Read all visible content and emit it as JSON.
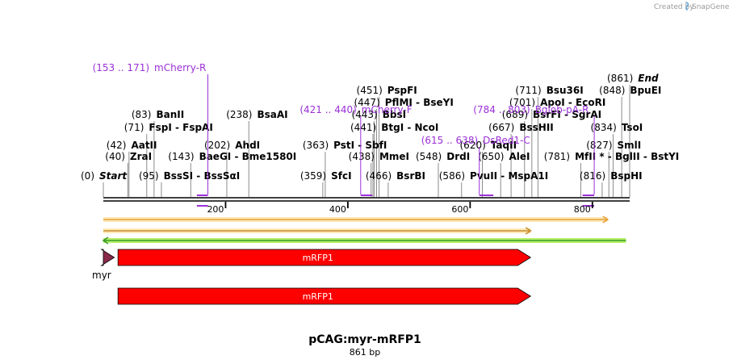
{
  "brand": {
    "created_by": "Created by",
    "name": "SnapGene"
  },
  "map": {
    "title": "pCAG:myr-mRFP1",
    "length_label": "861 bp",
    "length": 861
  },
  "ruler": {
    "ticks": [
      "200",
      "400",
      "600",
      "800"
    ]
  },
  "sites": [
    {
      "pos": "(0)",
      "name": "Start",
      "bp": 0,
      "italic": true
    },
    {
      "pos": "(40)",
      "name": "ZraI",
      "bp": 40
    },
    {
      "pos": "(42)",
      "name": "AatII",
      "bp": 42
    },
    {
      "pos": "(71)",
      "name": "FspI  -  FspAI",
      "bp": 71
    },
    {
      "pos": "(83)",
      "name": "BanII",
      "bp": 83
    },
    {
      "pos": "(95)",
      "name": "BssSI  -  BssSαI",
      "bp": 95
    },
    {
      "pos": "(143)",
      "name": "BaeGI  -  Bme1580I",
      "bp": 143
    },
    {
      "pos": "(202)",
      "name": "AhdI",
      "bp": 202
    },
    {
      "pos": "(238)",
      "name": "BsaAI",
      "bp": 238
    },
    {
      "pos": "(359)",
      "name": "SfcI",
      "bp": 359
    },
    {
      "pos": "(363)",
      "name": "PstI  -  SbfI",
      "bp": 363
    },
    {
      "pos": "(438)",
      "name": "MmeI",
      "bp": 438
    },
    {
      "pos": "(441)",
      "name": "BtgI  -  NcoI",
      "bp": 441
    },
    {
      "pos": "(443)",
      "name": "BbsI",
      "bp": 443
    },
    {
      "pos": "(447)",
      "name": "PflMI  -  BseYI",
      "bp": 447
    },
    {
      "pos": "(451)",
      "name": "PspFI",
      "bp": 451
    },
    {
      "pos": "(466)",
      "name": "BsrBI",
      "bp": 466
    },
    {
      "pos": "(548)",
      "name": "DrdI",
      "bp": 548
    },
    {
      "pos": "(586)",
      "name": "PvuII  -  MspA1I",
      "bp": 586
    },
    {
      "pos": "(620)",
      "name": "TaqII",
      "bp": 620
    },
    {
      "pos": "(650)",
      "name": "AleI",
      "bp": 650
    },
    {
      "pos": "(667)",
      "name": "BssHII",
      "bp": 667
    },
    {
      "pos": "(689)",
      "name": "BsrFI  -  SgrAI",
      "bp": 689
    },
    {
      "pos": "(701)",
      "name": "ApoI  -  EcoRI",
      "bp": 701
    },
    {
      "pos": "(711)",
      "name": "Bsu36I",
      "bp": 711
    },
    {
      "pos": "(781)",
      "name": "MfII *  -  BglII  -  BstYI",
      "bp": 781
    },
    {
      "pos": "(816)",
      "name": "BspHI",
      "bp": 816
    },
    {
      "pos": "(827)",
      "name": "SmlI",
      "bp": 827
    },
    {
      "pos": "(834)",
      "name": "TsoI",
      "bp": 834
    },
    {
      "pos": "(848)",
      "name": "BpuEI",
      "bp": 848
    },
    {
      "pos": "(861)",
      "name": "End",
      "bp": 861,
      "italic": true
    }
  ],
  "primers": [
    {
      "range": "(153 .. 171)",
      "name": "mCherry-R",
      "start": 153,
      "end": 171,
      "strand": "reverse"
    },
    {
      "range": "(421 .. 440)",
      "name": "mCherry-F",
      "start": 421,
      "end": 440,
      "strand": "forward"
    },
    {
      "range": "(615 .. 638)",
      "name": "DsRed1-C",
      "start": 615,
      "end": 638,
      "strand": "forward"
    },
    {
      "range": "(784 .. 803)",
      "name": "Bglob-pA-R",
      "start": 784,
      "end": 803,
      "strand": "reverse"
    }
  ],
  "orfs": [
    {
      "start": 0,
      "end": 825,
      "strand": "forward",
      "color": "#e6a13a",
      "fill": "#fde9b6"
    },
    {
      "start": 0,
      "end": 699,
      "strand": "forward",
      "color": "#c98a2a",
      "fill": "#fde9b6"
    },
    {
      "start": 0,
      "end": 855,
      "strand": "reverse",
      "color": "#3a9a2a",
      "fill": "#b6f06a"
    }
  ],
  "features": [
    {
      "name": "myr",
      "start": 0,
      "end": 18,
      "color": "#8a2a4a"
    },
    {
      "name": "mRFP1",
      "start": 24,
      "end": 699,
      "color": "#ff0000"
    },
    {
      "name": "mRFP1",
      "start": 24,
      "end": 699,
      "color": "#ff0000"
    }
  ],
  "colors": {
    "primer": "#9b30d9",
    "backbone": "#000000"
  }
}
